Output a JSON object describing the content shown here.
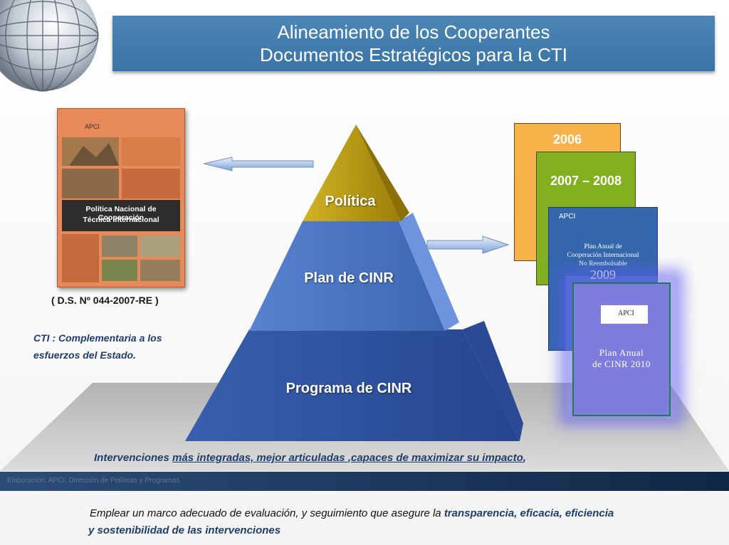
{
  "header": {
    "title_line1": "Alineamiento de los Cooperantes",
    "title_line2": "Documentos Estratégicos para la CTI"
  },
  "left_book": {
    "logo_text": "APCI",
    "title_line1": "Política Nacional de Cooperación",
    "title_line2": "Técnica Internacional",
    "decree": "( D.S. Nº 044-2007-RE )"
  },
  "left_note": {
    "line1": "CTI : Complementaria a los",
    "line2": "esfuerzos del Estado."
  },
  "pyramid": {
    "levels": [
      {
        "label": "Política",
        "color": "#b89a10"
      },
      {
        "label": "Plan de CINR",
        "color": "#4472c4"
      },
      {
        "label": "Programa de CINR",
        "color": "#2e4f9c"
      }
    ]
  },
  "right_cards": {
    "card_2006": "2006",
    "card_2007": "2007 – 2008",
    "book_2009": {
      "logo_text": "APCI",
      "line1": "Plan Anual de",
      "line2": "Cooperación Internacional",
      "line3": "No Reembolsable",
      "year": "2009"
    },
    "card_2010": {
      "logo_text": "APCI",
      "line1": "Plan Anual",
      "line2": "de CINR 2010"
    }
  },
  "interventions": {
    "prefix": "Intervenciones ",
    "part1": " más integradas,  mejor articuladas ",
    "sep": ",",
    "part2": "capaces de maximizar su impacto",
    "suffix": ","
  },
  "footer": {
    "source": "Elaboración: APCI, Dirección de Políticas y Programas"
  },
  "bottom": {
    "line1_text": "Emplear un marco adecuado de evaluación, y seguimiento que asegure la ",
    "line1_bold": "transparencia, eficacia, eficiencia",
    "line2": "y sostenibilidad de las intervenciones"
  },
  "colors": {
    "title_bar": "#3d78aa",
    "accent_text": "#1f3e6b",
    "card_2006": "#f7b24a",
    "card_2007": "#82b021",
    "card_2010": "#7e7cdc"
  }
}
